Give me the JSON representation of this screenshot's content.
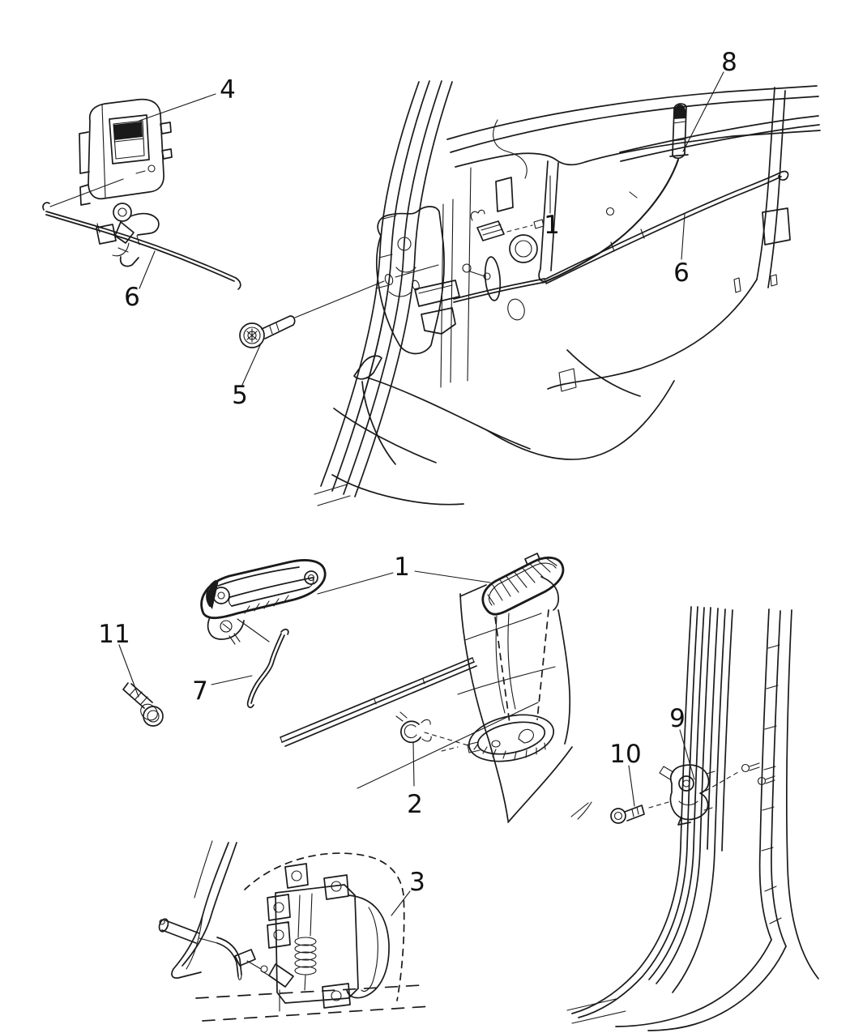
{
  "diagram": {
    "type": "exploded-parts-line-drawing",
    "background_color": "#ffffff",
    "line_color": "#1a1a1a",
    "callouts": [
      {
        "label": "4"
      },
      {
        "label": "6"
      },
      {
        "label": "5"
      },
      {
        "label": "1"
      },
      {
        "label": "8"
      },
      {
        "label": "6"
      },
      {
        "label": "1"
      },
      {
        "label": "7"
      },
      {
        "label": "11"
      },
      {
        "label": "2"
      },
      {
        "label": "3"
      },
      {
        "label": "9"
      },
      {
        "label": "10"
      }
    ]
  }
}
